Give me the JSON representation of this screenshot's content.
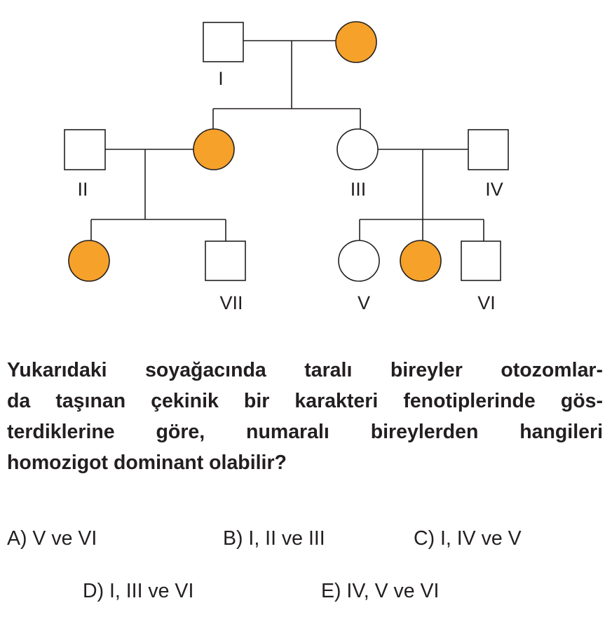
{
  "pedigree": {
    "affected_color": "#F5A12A",
    "labels": {
      "I": "I",
      "II": "II",
      "III": "III",
      "IV": "IV",
      "V": "V",
      "VI": "VI",
      "VII": "VII"
    }
  },
  "question": {
    "text": "Yukarıdaki soyağacında taralı bireyler otozomlarda taşınan çekinik bir karakteri fenotiplerinde gösterdiklerine göre, numaralı bireylerden hangileri homozigot dominant olabilir?",
    "lines": [
      "Yukarıdaki soyağacında taralı bireyler otozomlar-",
      "da taşınan çekinik bir karakteri fenotiplerinde gös-",
      "terdiklerine göre, numaralı bireylerden hangileri",
      "homozigot dominant olabilir?"
    ]
  },
  "options": [
    {
      "label": "A) V ve VI"
    },
    {
      "label": "B) I, II ve III"
    },
    {
      "label": "C) I, IV ve V"
    },
    {
      "label": "D) I, III ve VI"
    },
    {
      "label": "E) IV, V ve VI"
    }
  ]
}
